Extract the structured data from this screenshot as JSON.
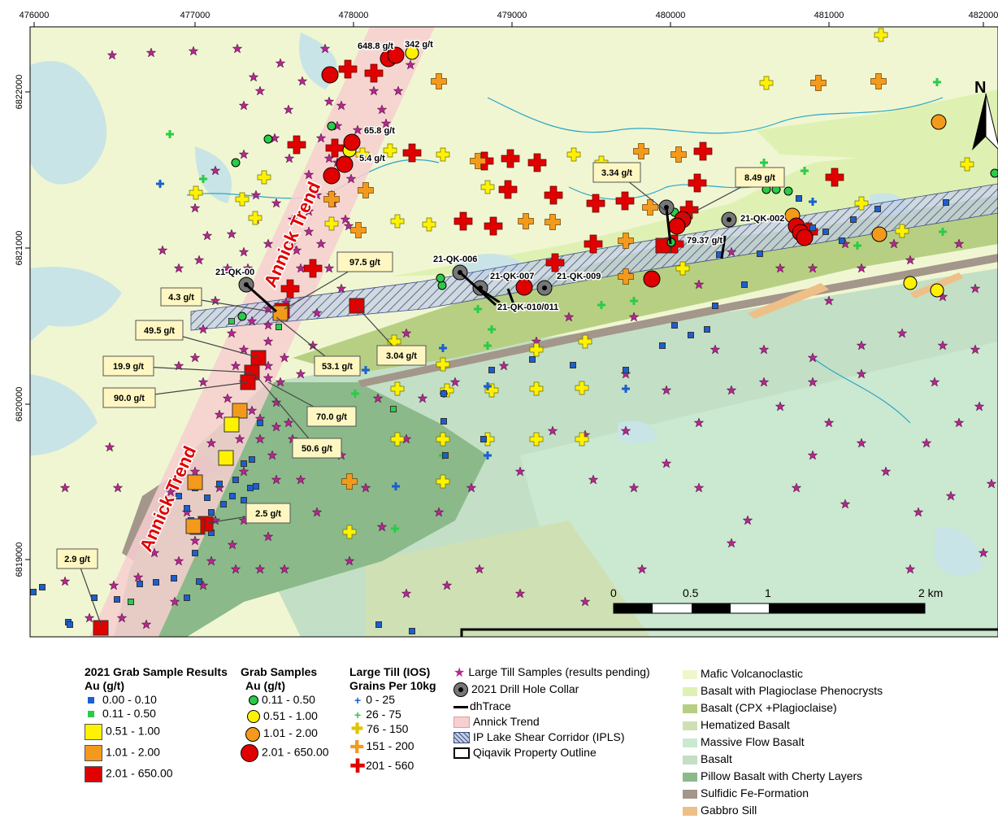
{
  "colors": {
    "background": "#f0f6d2",
    "mafic_volcaniclastic": "#eef7cb",
    "basalt_plag": "#dff1b2",
    "basalt_cpx": "#b7cf82",
    "hematized_basalt": "#cfe1b4",
    "massive_flow_basalt": "#cbe8d0",
    "basalt": "#c3dfc6",
    "pillow_basalt": "#8bb98a",
    "sulfidic_fe": "#a3968a",
    "gabbro_sill": "#efbf88",
    "water": "#c9e4e6",
    "annick_trend": "#f7cfd0",
    "red": "#e00000",
    "orange": "#f39a1c",
    "yellow": "#fff200",
    "green": "#2bcb48",
    "blue": "#1b5fd0",
    "purple": "#b3278f"
  },
  "map": {
    "x_ticks": [
      "476000",
      "477000",
      "478000",
      "479000",
      "480000",
      "481000",
      "482000"
    ],
    "y_ticks": [
      "6822000",
      "6821000",
      "6820000",
      "6819000"
    ],
    "trend_labels": [
      "Annick Trend",
      "Annick Trend"
    ],
    "north_label": "N",
    "scalebar": {
      "ticks": [
        "0",
        "0.5",
        "1",
        "2 km"
      ]
    },
    "value_labels": [
      "648.8 g/t",
      "342 g/t",
      "65.8 g/t",
      "5.4 g/t",
      "97.5 g/t",
      "4.3 g/t",
      "49.5 g/t",
      "53.1 g/t",
      "3.04 g/t",
      "19.9 g/t",
      "90.0 g/t",
      "70.0 g/t",
      "50.6 g/t",
      "2.5 g/t",
      "2.9 g/t",
      "3.34 g/t",
      "8.49 g/t",
      "79.37 g/t"
    ],
    "drill_labels": [
      "21-QK-00",
      "21-QK-006",
      "21-QK-007",
      "21-QK-009",
      "21-QK-010/011",
      "21-QK-002"
    ]
  },
  "legend": {
    "grab": {
      "title": "2021 Grab Sample Results",
      "subtitle": "Au (g/t)",
      "items": [
        "0.00 - 0.10",
        "0.11 - 0.50",
        "0.51 - 1.00",
        "1.01 - 2.00",
        "2.01 - 650.00"
      ]
    },
    "grab_samples": {
      "title": "Grab Samples",
      "subtitle": "Au (g/t)",
      "items": [
        "0.11 - 0.50",
        "0.51 - 1.00",
        "1.01 - 2.00",
        "2.01 - 650.00"
      ]
    },
    "till": {
      "title": "Large Till  (IOS)",
      "subtitle": "Grains Per 10kg",
      "items": [
        "0 - 25",
        "26 - 75",
        "76 - 150",
        "151 - 200",
        "201 - 560"
      ]
    },
    "other": {
      "items": [
        "Large Till Samples (results pending)",
        "2021 Drill Hole Collar",
        "dhTrace",
        "Annick Trend",
        "IP Lake Shear Corridor (IPLS)",
        "Qiqavik Property Outline"
      ]
    },
    "geology": {
      "items": [
        "Mafic Volcanoclastic",
        "Basalt with Plagioclase Phenocrysts",
        "Basalt (CPX +Plagioclaise)",
        "Hematized Basalt",
        "Massive Flow Basalt",
        "Basalt",
        "Pillow Basalt with Cherty Layers",
        "Sulfidic Fe-Formation",
        "Gabbro Sill"
      ]
    }
  }
}
